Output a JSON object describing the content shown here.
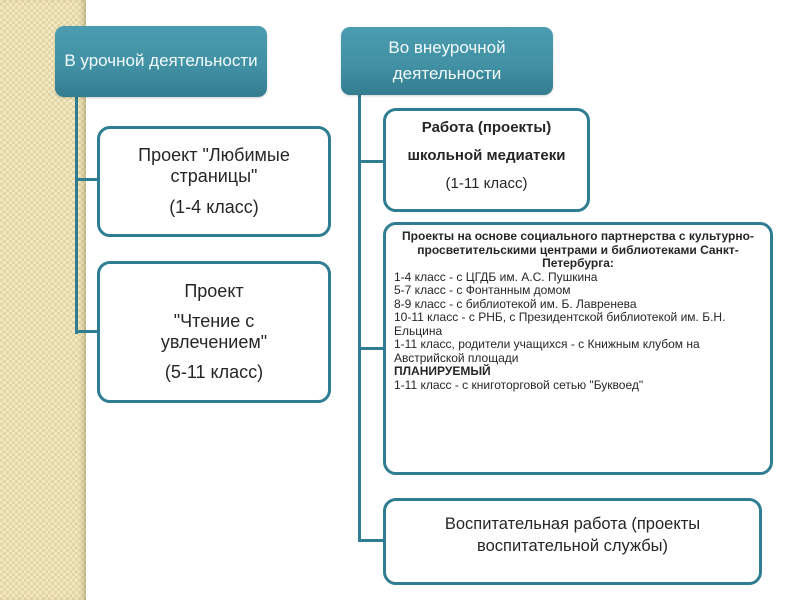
{
  "slide": {
    "colors": {
      "teal_fill": "#4291a5",
      "teal_border": "#2f7d92",
      "strip_base": "#f1e7c2",
      "strip_check": "#e4d6a4",
      "body_text": "#262626",
      "header_text": "#f2fafb"
    }
  },
  "left_column": {
    "header": "В урочной деятельности",
    "project1": {
      "title": "Проект \"Любимые страницы\"",
      "grades": "(1-4 класс)"
    },
    "project2": {
      "line1": "Проект",
      "line2": "\"Чтение с увлечением\"",
      "grades": "(5-11 класс)"
    }
  },
  "right_column": {
    "header": "Во внеурочной деятельности",
    "media_box": {
      "title_line1": "Работа (проекты)",
      "title_line2": "школьной медиатеки",
      "grades": "(1-11 класс)"
    },
    "partners_box": {
      "heading": "Проекты на основе социального партнерства с культурно-просветительскими центрами и библиотеками Санкт-Петербурга:",
      "items": [
        "1-4 класс - с ЦГДБ им. А.С. Пушкина",
        "5-7 класс - с Фонтанным домом",
        "8-9 класс - с библиотекой им. Б. Лавренева",
        "10-11 класс -  с  РНБ,  с Президентской библиотекой им. Б.Н. Ельцина",
        "1-11  класс, родители учащихся - с Книжным клубом на Австрийской площади",
        "ПЛАНИРУЕМЫЙ",
        "1-11 класс - с  книготорговой сетью \"Буквоед\""
      ]
    },
    "upbringing_box": {
      "text": "Воспитательная работа (проекты воспитательной службы)"
    }
  }
}
